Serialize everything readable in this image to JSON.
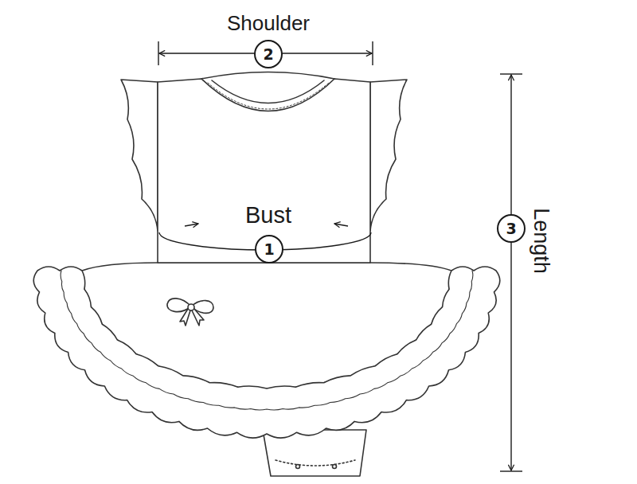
{
  "diagram": {
    "nodes": [
      {
        "text": [
          "2"
        ]
      },
      {
        "text": [
          "1"
        ]
      },
      {
        "text": [
          "3"
        ]
      }
    ],
    "labels": [
      "Shoulder",
      "Bust",
      "Length"
    ]
  }
}
